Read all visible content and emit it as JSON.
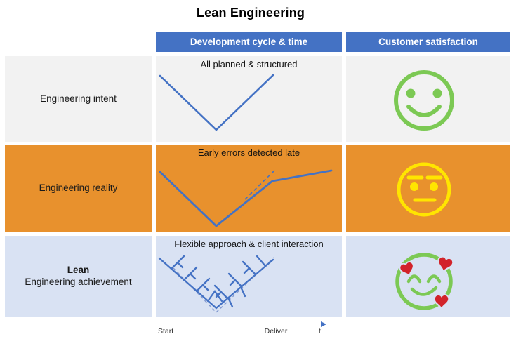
{
  "title": "Lean Engineering",
  "columns": {
    "development": "Development cycle & time",
    "satisfaction": "Customer satisfaction"
  },
  "rows": [
    {
      "label": "Engineering intent",
      "caption": "All planned & structured",
      "mood": "happy-face"
    },
    {
      "label": "Engineering reality",
      "caption": "Early errors detected late",
      "mood": "skeptical-neutral-face"
    },
    {
      "label_bold": "Lean",
      "label": "Engineering achievement",
      "caption": "Flexible approach & client interaction",
      "mood": "smiling-face-with-hearts"
    }
  ],
  "axis": {
    "start": "Start",
    "deliver": "Deliver",
    "time": "t"
  },
  "colors": {
    "header_blue": "#4472C4",
    "line_blue": "#4472C4",
    "row_intent_bg": "#F2F2F2",
    "row_reality_bg": "#E8912D",
    "row_lean_bg": "#D9E2F3",
    "smiley_green": "#7CC954",
    "smiley_yellow": "#FFE500",
    "heart_red": "#D2232A"
  }
}
